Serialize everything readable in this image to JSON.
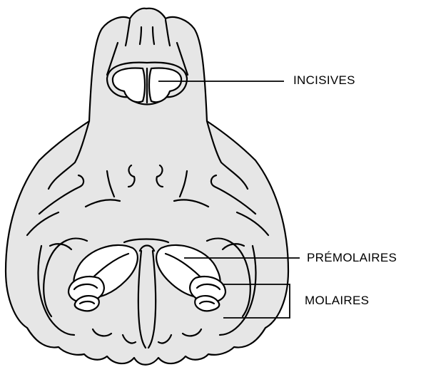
{
  "labels": {
    "incisives": "INCISIVES",
    "premolaires": "PRÉMOLAIRES",
    "molaires": "MOLAIRES"
  },
  "colors": {
    "skull_fill": "#e6e6e6",
    "tooth_fill": "#ffffff",
    "stroke": "#000000"
  }
}
